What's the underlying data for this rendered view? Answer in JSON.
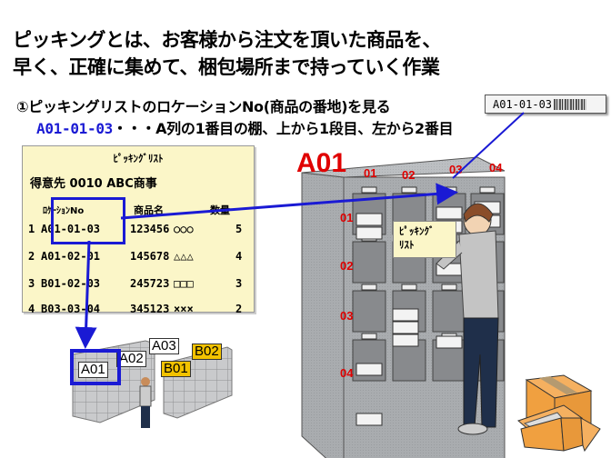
{
  "title": {
    "line1": "ピッキングとは、お客様から注文を頂いた商品を、",
    "line2": "早く、正確に集めて、梱包場所まで持っていく作業"
  },
  "step": {
    "heading": "①ピッキングリストのロケーションNo(商品の番地)を見る",
    "code": "A01-01-03",
    "explanation": "・・・A列の1番目の棚、上から1段目、左から2番目"
  },
  "barcode_label": {
    "code": "A01-01-03"
  },
  "picking_list": {
    "title": "ﾋﾟｯｷﾝｸﾞﾘｽﾄ",
    "customer": "得意先 0010 ABC商事",
    "headers": {
      "location": "ﾛｹｰｼｮﾝNo",
      "product": "商品名",
      "quantity": "数量"
    },
    "rows": [
      {
        "no": "1",
        "location": "A01-01-03",
        "code": "123456",
        "name": "○○○",
        "qty": "5"
      },
      {
        "no": "2",
        "location": "A01-02-01",
        "code": "145678",
        "name": "△△△",
        "qty": "4"
      },
      {
        "no": "3",
        "location": "B01-02-03",
        "code": "245723",
        "name": "□□□",
        "qty": "3"
      },
      {
        "no": "4",
        "location": "B03-03-04",
        "code": "345123",
        "name": "×××",
        "qty": "2"
      }
    ]
  },
  "cabinet": {
    "name": "A01",
    "columns": [
      "01",
      "02",
      "03",
      "04"
    ],
    "rows": [
      "01",
      "02",
      "03",
      "04"
    ],
    "callout": {
      "line1": "ﾋﾟｯｷﾝｸﾞ",
      "line2": "ﾘｽﾄ"
    }
  },
  "warehouse": {
    "shelves": [
      {
        "label": "A01",
        "color": "#ffffff",
        "highlighted": true
      },
      {
        "label": "A02",
        "color": "#ffffff",
        "highlighted": false
      },
      {
        "label": "A03",
        "color": "#ffffff",
        "highlighted": false
      },
      {
        "label": "B01",
        "color": "#f2c200",
        "highlighted": false
      },
      {
        "label": "B02",
        "color": "#f2c200",
        "highlighted": false
      }
    ]
  },
  "colors": {
    "accent_blue": "#1a1ad4",
    "label_red": "#e00000",
    "list_bg": "#fbf6c8",
    "box_orange": "#f0a040"
  }
}
